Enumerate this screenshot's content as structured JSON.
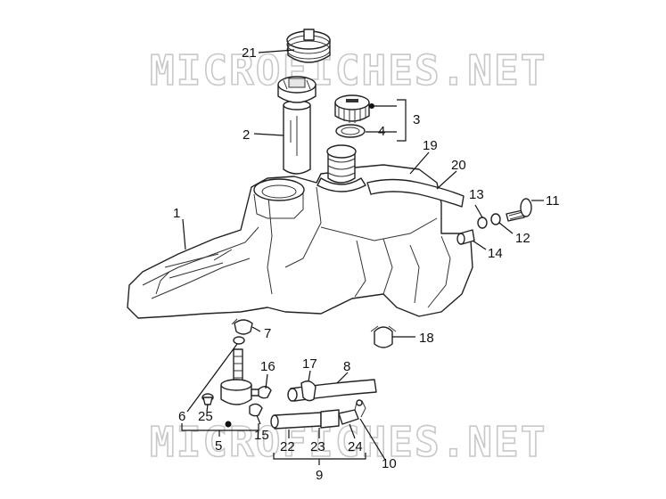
{
  "watermark": "MICROFICHES.NET",
  "labels": {
    "l1": "1",
    "l2": "2",
    "l3": "3",
    "l4": "4",
    "l5": "5",
    "l6": "6",
    "l7": "7",
    "l8": "8",
    "l9": "9",
    "l10": "10",
    "l11": "11",
    "l12": "12",
    "l13": "13",
    "l14": "14",
    "l15": "15",
    "l16": "16",
    "l17": "17",
    "l18": "18",
    "l19": "19",
    "l20": "20",
    "l21": "21",
    "l22": "22",
    "l23": "23",
    "l24": "24",
    "l25": "25"
  }
}
